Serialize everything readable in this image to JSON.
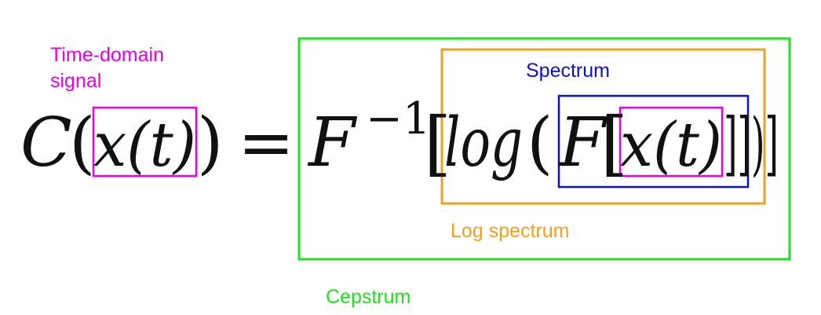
{
  "labels": {
    "time_domain": [
      "Time-domain",
      "signal"
    ],
    "spectrum": "Spectrum",
    "log_spectrum": "Log spectrum",
    "cepstrum": "Cepstrum"
  },
  "formula": {
    "cepstrum_fn": "C",
    "signal": "x(t)",
    "equals": "=",
    "inverse_op": "F",
    "inverse_exp": "−1",
    "log": "log",
    "forward_op": "F",
    "open_paren": "(",
    "close_paren": ")",
    "open_bracket": "[",
    "close_bracket": "]",
    "close_brackets": "]])]"
  },
  "colors": {
    "time_domain": "#e600e6",
    "spectrum": "#1010c8",
    "log_spectrum": "#f0a020",
    "cepstrum": "#20e020",
    "text": "#111111"
  }
}
